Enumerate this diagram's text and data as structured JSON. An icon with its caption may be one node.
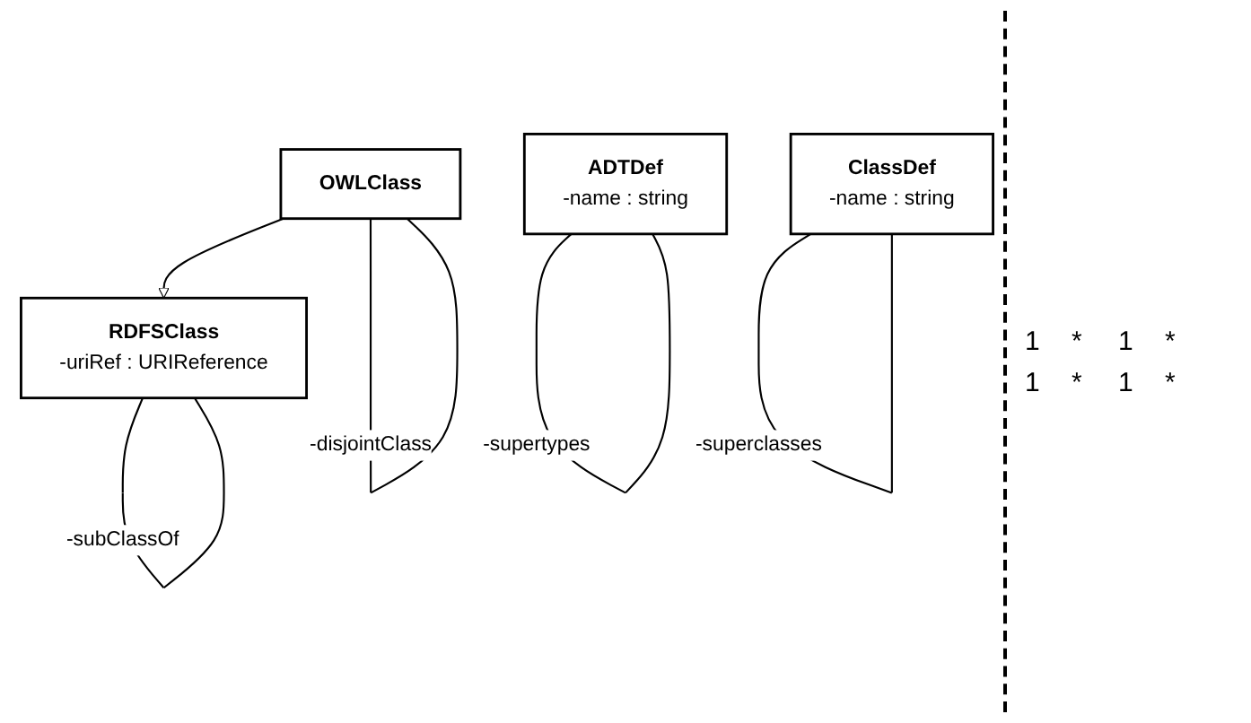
{
  "diagram": {
    "nodes": [
      {
        "text": [
          "RDFSClass",
          "-uriRef : URIReference"
        ]
      },
      {
        "text": [
          "OWLClass"
        ]
      },
      {
        "text": [
          "ADTDef",
          "-name : string"
        ]
      },
      {
        "text": [
          "ClassDef",
          "-name : string"
        ]
      }
    ],
    "edges": [
      {
        "from": 0,
        "to": 0,
        "arrow": "none",
        "label": "-subClassOf"
      },
      {
        "from": 1,
        "to": 0,
        "arrow": "to"
      },
      {
        "from": 1,
        "to": 1,
        "arrow": "none",
        "label": "-disjointClass"
      },
      {
        "from": 2,
        "to": 2,
        "arrow": "none",
        "label": "-supertypes"
      },
      {
        "from": 3,
        "to": 3,
        "arrow": "none",
        "label": "-superclasses"
      }
    ],
    "labels": [
      "1",
      "*",
      "1",
      "*",
      "1",
      "*",
      "1",
      "*"
    ]
  }
}
